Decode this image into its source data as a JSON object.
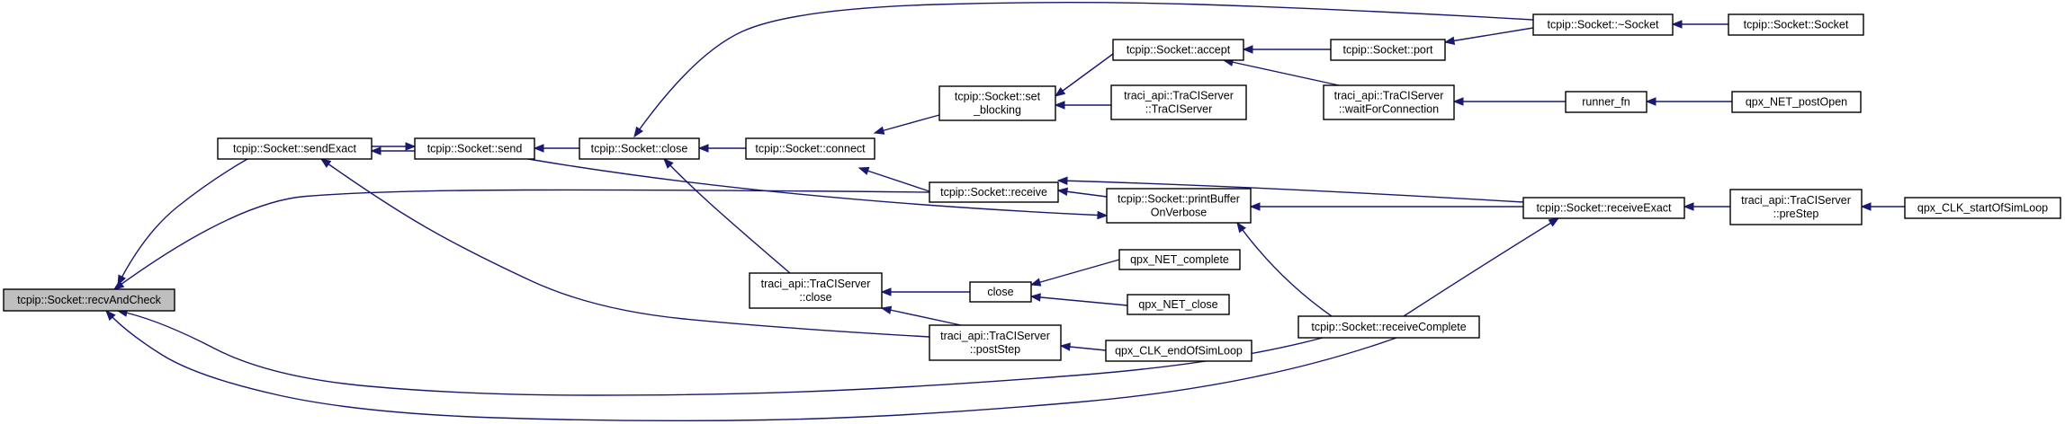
{
  "diagram": {
    "nodes": [
      {
        "id": "recvAndCheck",
        "lines": [
          "tcpip::Socket::recvAndCheck"
        ],
        "highlight": true
      },
      {
        "id": "sendExact",
        "lines": [
          "tcpip::Socket::sendExact"
        ]
      },
      {
        "id": "send",
        "lines": [
          "tcpip::Socket::send"
        ]
      },
      {
        "id": "close_s",
        "lines": [
          "tcpip::Socket::close"
        ]
      },
      {
        "id": "connect",
        "lines": [
          "tcpip::Socket::connect"
        ]
      },
      {
        "id": "set_blocking",
        "lines": [
          "tcpip::Socket::set",
          "_blocking"
        ]
      },
      {
        "id": "accept",
        "lines": [
          "tcpip::Socket::accept"
        ]
      },
      {
        "id": "port",
        "lines": [
          "tcpip::Socket::port"
        ]
      },
      {
        "id": "dtor",
        "lines": [
          "tcpip::Socket::~Socket"
        ]
      },
      {
        "id": "ctor",
        "lines": [
          "tcpip::Socket::Socket"
        ]
      },
      {
        "id": "traci_ctor",
        "lines": [
          "traci_api::TraCIServer",
          "::TraCIServer"
        ]
      },
      {
        "id": "waitForConnection",
        "lines": [
          "traci_api::TraCIServer",
          "::waitForConnection"
        ]
      },
      {
        "id": "runner_fn",
        "lines": [
          "runner_fn"
        ]
      },
      {
        "id": "postOpen",
        "lines": [
          "qpx_NET_postOpen"
        ]
      },
      {
        "id": "receive",
        "lines": [
          "tcpip::Socket::receive"
        ]
      },
      {
        "id": "printBuffer",
        "lines": [
          "tcpip::Socket::printBuffer",
          "OnVerbose"
        ]
      },
      {
        "id": "receiveExact",
        "lines": [
          "tcpip::Socket::receiveExact"
        ]
      },
      {
        "id": "preStep",
        "lines": [
          "traci_api::TraCIServer",
          "::preStep"
        ]
      },
      {
        "id": "startOfSimLoop",
        "lines": [
          "qpx_CLK_startOfSimLoop"
        ]
      },
      {
        "id": "traci_close",
        "lines": [
          "traci_api::TraCIServer",
          "::close"
        ]
      },
      {
        "id": "close_fn",
        "lines": [
          "close"
        ]
      },
      {
        "id": "net_complete",
        "lines": [
          "qpx_NET_complete"
        ]
      },
      {
        "id": "net_close",
        "lines": [
          "qpx_NET_close"
        ]
      },
      {
        "id": "postStep",
        "lines": [
          "traci_api::TraCIServer",
          "::postStep"
        ]
      },
      {
        "id": "endOfSimLoop",
        "lines": [
          "qpx_CLK_endOfSimLoop"
        ]
      },
      {
        "id": "receiveComplete",
        "lines": [
          "tcpip::Socket::receiveComplete"
        ]
      }
    ],
    "edges": [
      {
        "from": "sendExact",
        "to": "recvAndCheck"
      },
      {
        "from": "send",
        "to": "sendExact"
      },
      {
        "from": "sendExact",
        "to": "send"
      },
      {
        "from": "close_s",
        "to": "send"
      },
      {
        "from": "connect",
        "to": "close_s"
      },
      {
        "from": "dtor",
        "to": "close_s"
      },
      {
        "from": "traci_close",
        "to": "close_s"
      },
      {
        "from": "set_blocking",
        "to": "connect"
      },
      {
        "from": "receive",
        "to": "connect"
      },
      {
        "from": "accept",
        "to": "set_blocking"
      },
      {
        "from": "traci_ctor",
        "to": "set_blocking"
      },
      {
        "from": "port",
        "to": "accept"
      },
      {
        "from": "waitForConnection",
        "to": "accept"
      },
      {
        "from": "dtor",
        "to": "port"
      },
      {
        "from": "ctor",
        "to": "dtor"
      },
      {
        "from": "runner_fn",
        "to": "waitForConnection"
      },
      {
        "from": "postOpen",
        "to": "runner_fn"
      },
      {
        "from": "receive",
        "to": "recvAndCheck"
      },
      {
        "from": "printBuffer",
        "to": "receive"
      },
      {
        "from": "send",
        "to": "printBuffer"
      },
      {
        "from": "receiveExact",
        "to": "receive"
      },
      {
        "from": "receiveExact",
        "to": "printBuffer"
      },
      {
        "from": "receiveComplete",
        "to": "printBuffer"
      },
      {
        "from": "preStep",
        "to": "receiveExact"
      },
      {
        "from": "receiveComplete",
        "to": "receiveExact"
      },
      {
        "from": "startOfSimLoop",
        "to": "preStep"
      },
      {
        "from": "close_fn",
        "to": "traci_close"
      },
      {
        "from": "postStep",
        "to": "traci_close"
      },
      {
        "from": "net_complete",
        "to": "close_fn"
      },
      {
        "from": "net_close",
        "to": "close_fn"
      },
      {
        "from": "endOfSimLoop",
        "to": "postStep"
      },
      {
        "from": "postStep",
        "to": "sendExact"
      },
      {
        "from": "receiveComplete",
        "to": "recvAndCheck"
      },
      {
        "from": "receiveComplete",
        "to": "recvAndCheck"
      }
    ]
  }
}
